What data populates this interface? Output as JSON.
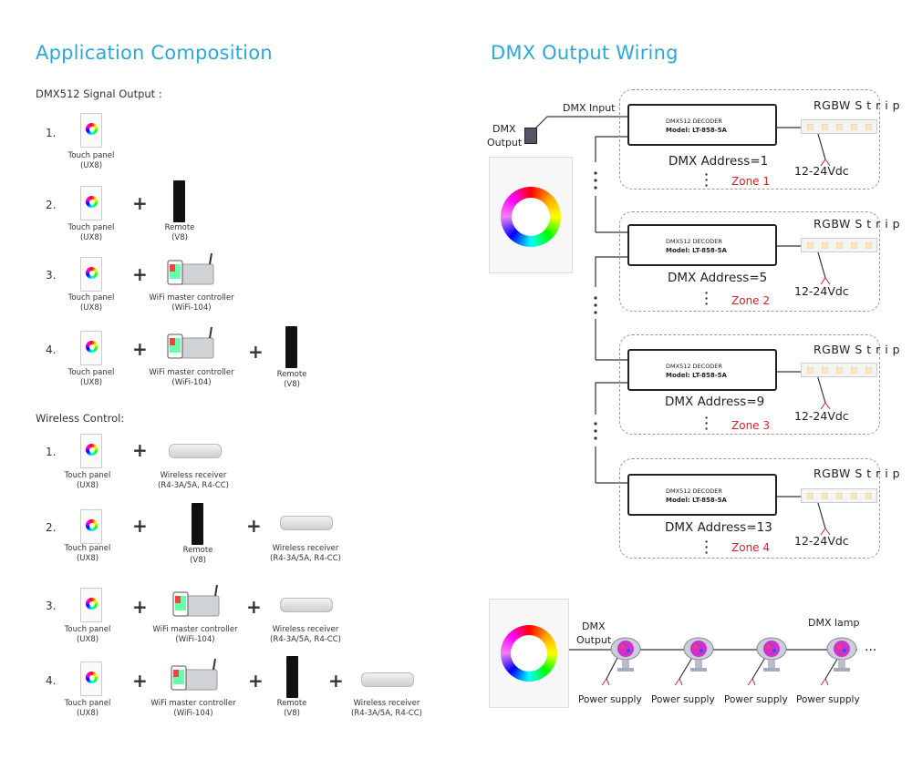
{
  "left": {
    "title": "Application Composition",
    "dmx_heading": "DMX512 Signal Output :",
    "wireless_heading": "Wireless Control:",
    "touch_panel": "Touch panel",
    "uxb": "(UX8)",
    "remote": "Remote",
    "v8": "(V8)",
    "wifi": "WiFi master controller",
    "wifi_model": "(WiFi-104)",
    "receiver": "Wireless receiver",
    "receiver_model": "(R4-3A/5A, R4-CC)",
    "receiver_model_short": "(R4-3A/5A, R4-CC)",
    "n1": "1.",
    "n2": "2.",
    "n3": "3.",
    "n4": "4.",
    "plus": "+"
  },
  "right": {
    "title": "DMX Output Wiring",
    "dmx_input": "DMX Input",
    "dmx": "DMX",
    "output": "Output",
    "decoder_name": "DMX512 DECODER",
    "decoder_model": "Model: LT-858-5A",
    "strip": "RGBW S t r i p",
    "voltage": "12-24Vdc",
    "zones": [
      {
        "address": "DMX Address=1",
        "zone": "Zone 1"
      },
      {
        "address": "DMX Address=5",
        "zone": "Zone 2"
      },
      {
        "address": "DMX Address=9",
        "zone": "Zone 3"
      },
      {
        "address": "DMX Address=13",
        "zone": "Zone 4"
      }
    ],
    "bottom_dmx": "DMX",
    "bottom_output": "Output",
    "dmx_lamp": "DMX lamp",
    "power_supply": "Power supply",
    "ellipsis": "..."
  },
  "colors": {
    "accent": "#2ba8db",
    "zone": "#e02020"
  }
}
